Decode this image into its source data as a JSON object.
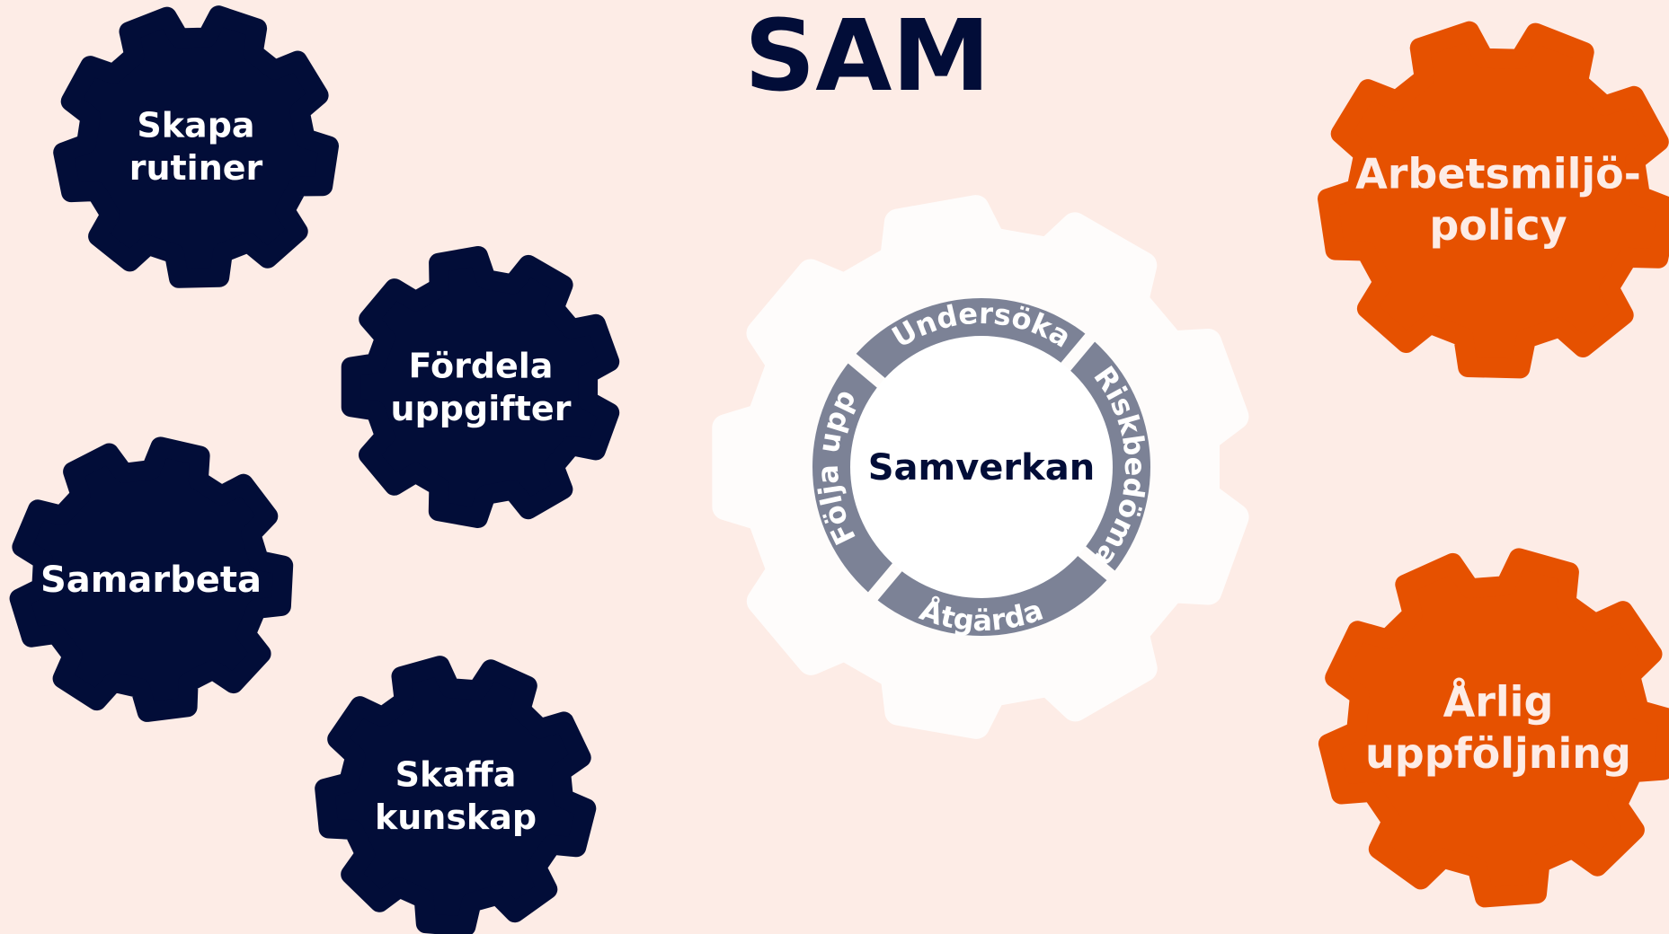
{
  "title": "SAM",
  "colors": {
    "background": "#fdece6",
    "navy": "#020d38",
    "orange": "#e65100",
    "ring_gray": "#7c8296",
    "center_white": "#ffffff",
    "outer_gear_white": "#fefcfb",
    "light_text": "#ffffff",
    "orange_text": "#fdece6"
  },
  "left_gears": [
    {
      "id": "skapa-rutiner",
      "lines": [
        "Skapa",
        "rutiner"
      ]
    },
    {
      "id": "fordela-uppgifter",
      "lines": [
        "Fördela",
        "uppgifter"
      ]
    },
    {
      "id": "samarbeta",
      "lines": [
        "Samarbeta"
      ]
    },
    {
      "id": "skaffa-kunskap",
      "lines": [
        "Skaffa",
        "kunskap"
      ]
    }
  ],
  "right_gears": [
    {
      "id": "arbetsmiljopolicy",
      "lines": [
        "Arbetsmiljö-",
        "policy"
      ]
    },
    {
      "id": "arlig-uppfoljning",
      "lines": [
        "Årlig",
        "uppföljning"
      ]
    }
  ],
  "center": {
    "label": "Samverkan",
    "cycle": [
      "Undersöka",
      "Riskbedöma",
      "Åtgärda",
      "Följa upp"
    ]
  }
}
